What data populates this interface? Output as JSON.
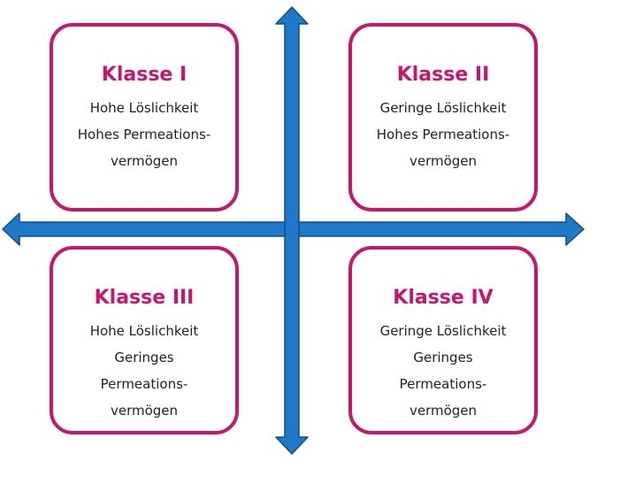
{
  "colors": {
    "accent": "#c8166f",
    "axis": "#1f78c8",
    "axis_border": "#0d4f8c",
    "text": "#222222"
  },
  "quadrants": [
    {
      "title": "Klasse I",
      "lines": [
        "Hohe Löslichkeit",
        "Hohes Permeations-",
        "vermögen"
      ]
    },
    {
      "title": "Klasse II",
      "lines": [
        "Geringe Löslichkeit",
        "Hohes Permeations-",
        "vermögen"
      ]
    },
    {
      "title": "Klasse III",
      "lines": [
        "Hohe Löslichkeit",
        "Geringes",
        "Permeations-",
        "vermögen"
      ]
    },
    {
      "title": "Klasse IV",
      "lines": [
        "Geringe Löslichkeit",
        "Geringes",
        "Permeations-",
        "vermögen"
      ]
    }
  ]
}
